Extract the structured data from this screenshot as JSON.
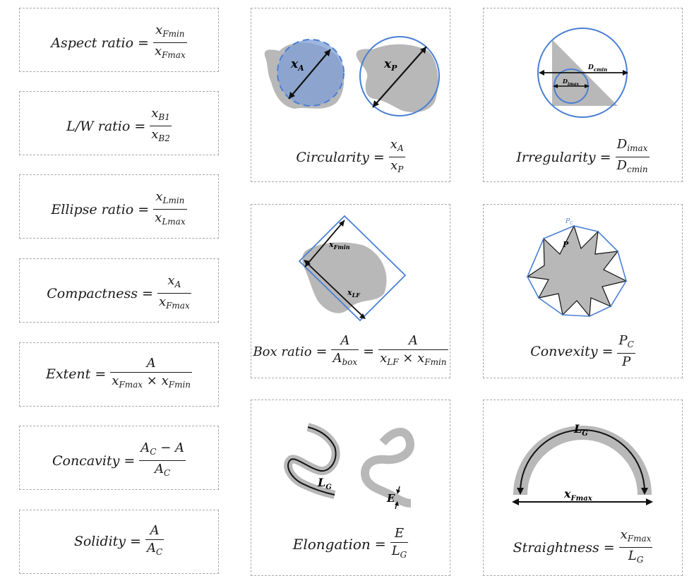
{
  "left_column": [
    {
      "id": "aspect",
      "name": "Aspect ratio",
      "num": [
        "x",
        "Fmin"
      ],
      "den": [
        "x",
        "Fmax"
      ]
    },
    {
      "id": "lw",
      "name": "L/W ratio",
      "num": [
        "x",
        "B1"
      ],
      "den": [
        "x",
        "B2"
      ]
    },
    {
      "id": "ellipse",
      "name": "Ellipse ratio",
      "num": [
        "x",
        "Lmin"
      ],
      "den": [
        "x",
        "Lmax"
      ]
    },
    {
      "id": "compact",
      "name": "Compactness",
      "num": [
        "x",
        "A"
      ],
      "den": [
        "x",
        "Fmax"
      ]
    },
    {
      "id": "extent",
      "name": "Extent",
      "num": "A",
      "den_a": [
        "x",
        "Fmax"
      ],
      "times": "×",
      "den_b": [
        "x",
        "Fmin"
      ]
    },
    {
      "id": "concavity",
      "name": "Concavity",
      "num_a": [
        "A",
        "C"
      ],
      "minus": "−",
      "num_b": "A",
      "den": [
        "A",
        "C"
      ]
    },
    {
      "id": "solidity",
      "name": "Solidity",
      "num": "A",
      "den": [
        "A",
        "C"
      ]
    }
  ],
  "circularity": {
    "name": "Circularity",
    "num": [
      "x",
      "A"
    ],
    "den": [
      "x",
      "P"
    ],
    "label_a": {
      "base": "x",
      "sub": "A"
    },
    "label_p": {
      "base": "x",
      "sub": "P"
    }
  },
  "irregularity": {
    "name": "Irregularity",
    "num": [
      "D",
      "imax"
    ],
    "den": [
      "D",
      "cmin"
    ],
    "label_cmin": {
      "base": "D",
      "sub": "cmin"
    },
    "label_imax": {
      "base": "D",
      "sub": "imax"
    }
  },
  "box_ratio": {
    "name": "Box ratio",
    "f1_num": "A",
    "f1_den": [
      "A",
      "box"
    ],
    "f2_num": "A",
    "f2_den_a": [
      "x",
      "LF"
    ],
    "times": "×",
    "f2_den_b": [
      "x",
      "Fmin"
    ],
    "label_fmin": {
      "base": "x",
      "sub": "Fmin"
    },
    "label_lf": {
      "base": "x",
      "sub": "LF"
    }
  },
  "convexity": {
    "name": "Convexity",
    "num": [
      "P",
      "C"
    ],
    "den": "P",
    "label_pc": {
      "base": "P",
      "sub": "C"
    },
    "label_p": "P"
  },
  "elongation": {
    "name": "Elongation",
    "num": "E",
    "den": [
      "L",
      "G"
    ],
    "label_lg": {
      "base": "L",
      "sub": "G"
    },
    "label_e": "E"
  },
  "straightness": {
    "name": "Straightness",
    "num": [
      "x",
      "Fmax"
    ],
    "den": [
      "L",
      "G"
    ],
    "label_lg": {
      "base": "L",
      "sub": "G"
    },
    "label_fmax": {
      "base": "x",
      "sub": "Fmax"
    }
  },
  "colors": {
    "shape": "#b8b8b8",
    "blue": "#4a7fd4",
    "blue_fill": "#7f9fd6",
    "ink": "#111111"
  }
}
